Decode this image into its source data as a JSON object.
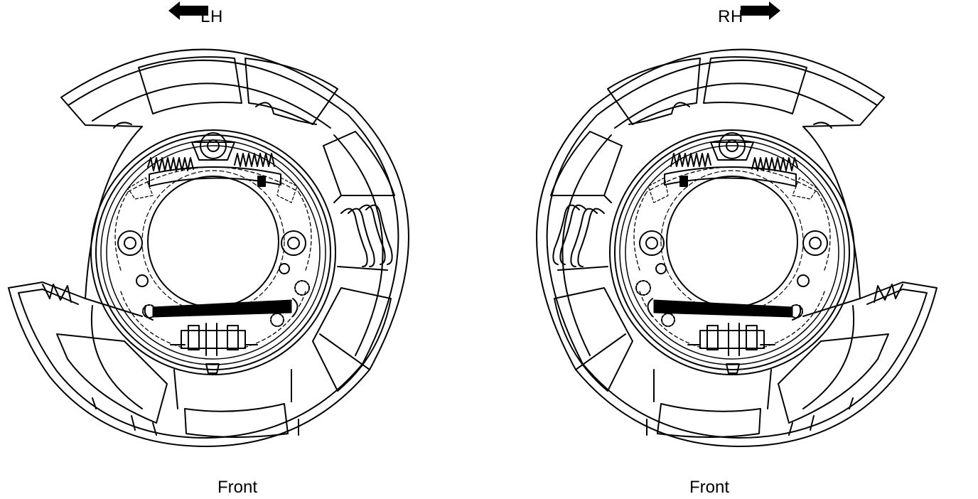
{
  "left_view": {
    "label": "LH",
    "front_text": "Front",
    "front_arrow_icon": "left-arrow"
  },
  "right_view": {
    "label": "RH",
    "front_text": "Front",
    "front_arrow_icon": "right-arrow"
  },
  "colors": {
    "line": "#000000",
    "background": "#ffffff"
  }
}
